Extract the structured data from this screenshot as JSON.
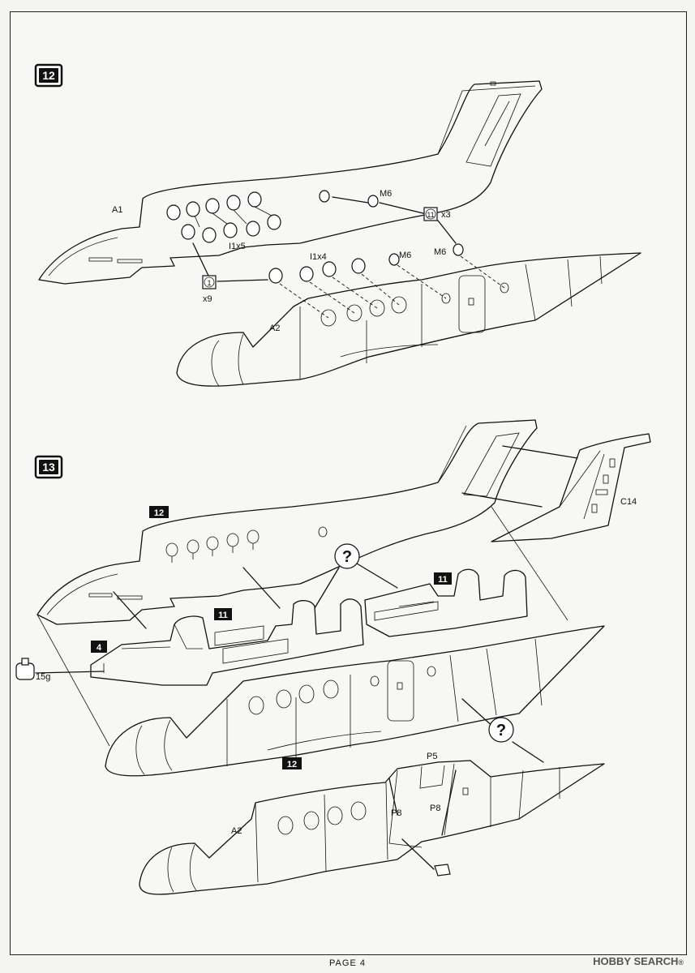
{
  "steps": [
    {
      "number": "12"
    },
    {
      "number": "13"
    }
  ],
  "step12": {
    "part_a1": "A1",
    "part_a2": "A2",
    "part_m6_upper": "M6",
    "part_m6_right": "M6",
    "part_m6_lower": "M6",
    "part_i1x5": "I1x5",
    "part_i1x4": "I1x4",
    "callout_11": "11",
    "callout_11_qty": "x3",
    "callout_1": "1",
    "callout_1_qty": "x9"
  },
  "step13": {
    "ref_12_top": "12",
    "ref_12_bottom": "12",
    "ref_11_left": "11",
    "ref_11_right": "11",
    "ref_4": "4",
    "weight": "15g",
    "part_c14": "C14",
    "part_p5": "P5",
    "part_p8_left": "P8",
    "part_p8_right": "P8",
    "part_a2": "A2",
    "question_1": "?",
    "question_2": "?"
  },
  "footer": {
    "page": "PAGE 4"
  },
  "watermark": {
    "brand": "HOBBY SEARCH",
    "mark": "®"
  },
  "colors": {
    "ink": "#111111",
    "paper": "#f7f7f5"
  }
}
